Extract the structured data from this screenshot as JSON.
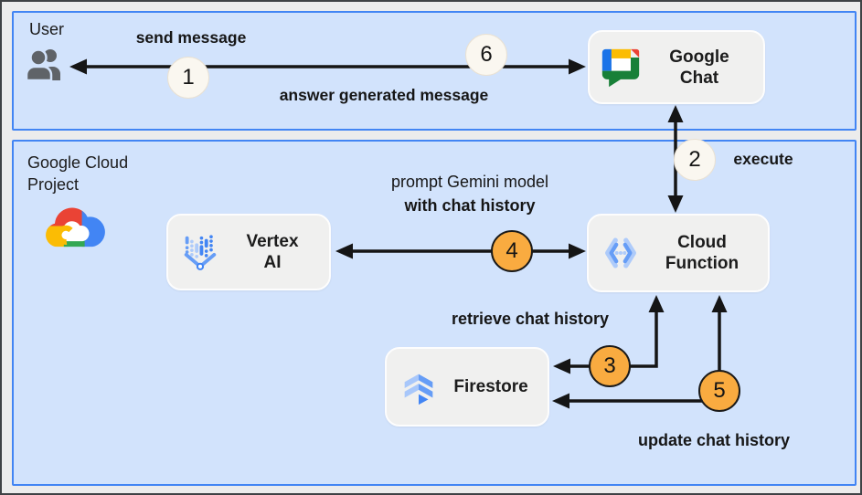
{
  "zones": {
    "user": {
      "label": "User"
    },
    "cloud": {
      "line1": "Google Cloud",
      "line2": "Project"
    }
  },
  "nodes": {
    "google_chat": {
      "line1": "Google",
      "line2": "Chat",
      "icon": "google-chat-icon"
    },
    "vertex_ai": {
      "line1": "Vertex",
      "line2": "AI",
      "icon": "vertex-ai-icon"
    },
    "cloud_function": {
      "line1": "Cloud",
      "line2": "Function",
      "icon": "cloud-function-icon"
    },
    "firestore": {
      "label": "Firestore",
      "icon": "firestore-icon"
    }
  },
  "steps": [
    {
      "num": "1",
      "style": "light",
      "label": "send message"
    },
    {
      "num": "2",
      "style": "light",
      "label": "execute"
    },
    {
      "num": "3",
      "style": "orange",
      "label": "retrieve chat history"
    },
    {
      "num": "4",
      "style": "orange",
      "label_line1": "prompt Gemini model",
      "label_line2": "with chat history"
    },
    {
      "num": "5",
      "style": "orange",
      "label": "update chat history"
    },
    {
      "num": "6",
      "style": "light",
      "label": "answer generated message"
    }
  ],
  "colors": {
    "band_fill": "#d2e3fc",
    "band_border": "#4285f4",
    "node_fill": "#f0f0ef",
    "badge_orange": "#f9ab40",
    "badge_light": "#faf7f0",
    "arrow": "#151515",
    "google_blue": "#4285f4",
    "google_red": "#ea4335",
    "google_yellow": "#fbbc04",
    "google_green": "#34a853"
  }
}
